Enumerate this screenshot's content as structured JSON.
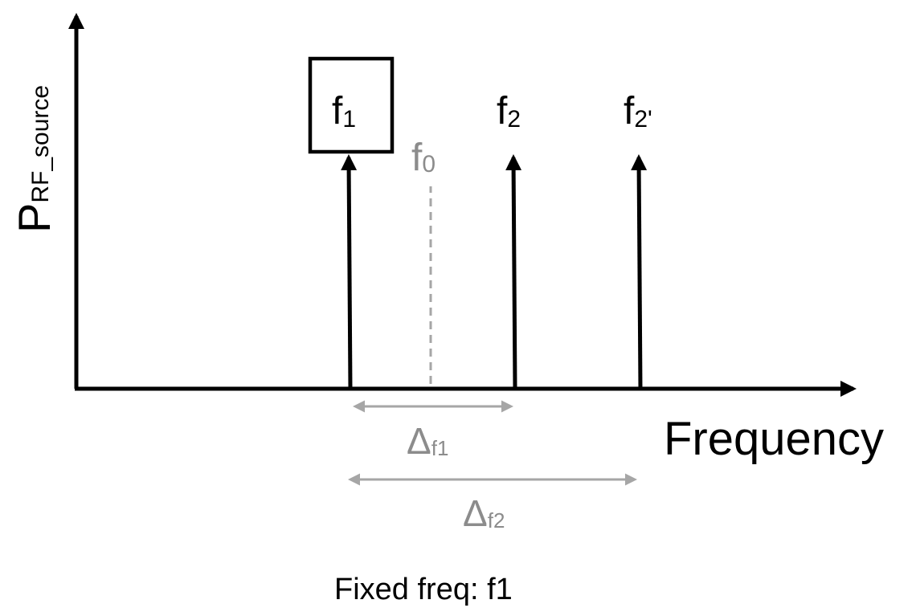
{
  "y_axis": {
    "main": "P",
    "subscript": "RF_source"
  },
  "x_axis": {
    "label": "Frequency"
  },
  "tones": [
    {
      "id": "f1",
      "main": "f",
      "sub": "1",
      "boxed": true
    },
    {
      "id": "f2",
      "main": "f",
      "sub": "2",
      "boxed": false
    },
    {
      "id": "f2p",
      "main": "f",
      "sub": "2'",
      "boxed": false
    }
  ],
  "center": {
    "main": "f",
    "sub": "0"
  },
  "spacings": [
    {
      "id": "delta-f1",
      "main": "Δ",
      "sub": "f1"
    },
    {
      "id": "delta-f2",
      "main": "Δ",
      "sub": "f2"
    }
  ],
  "caption": "Fixed freq: f1",
  "colors": {
    "axis": "#000000",
    "muted": "#8c8c8c",
    "muted_line": "#a6a6a6"
  }
}
